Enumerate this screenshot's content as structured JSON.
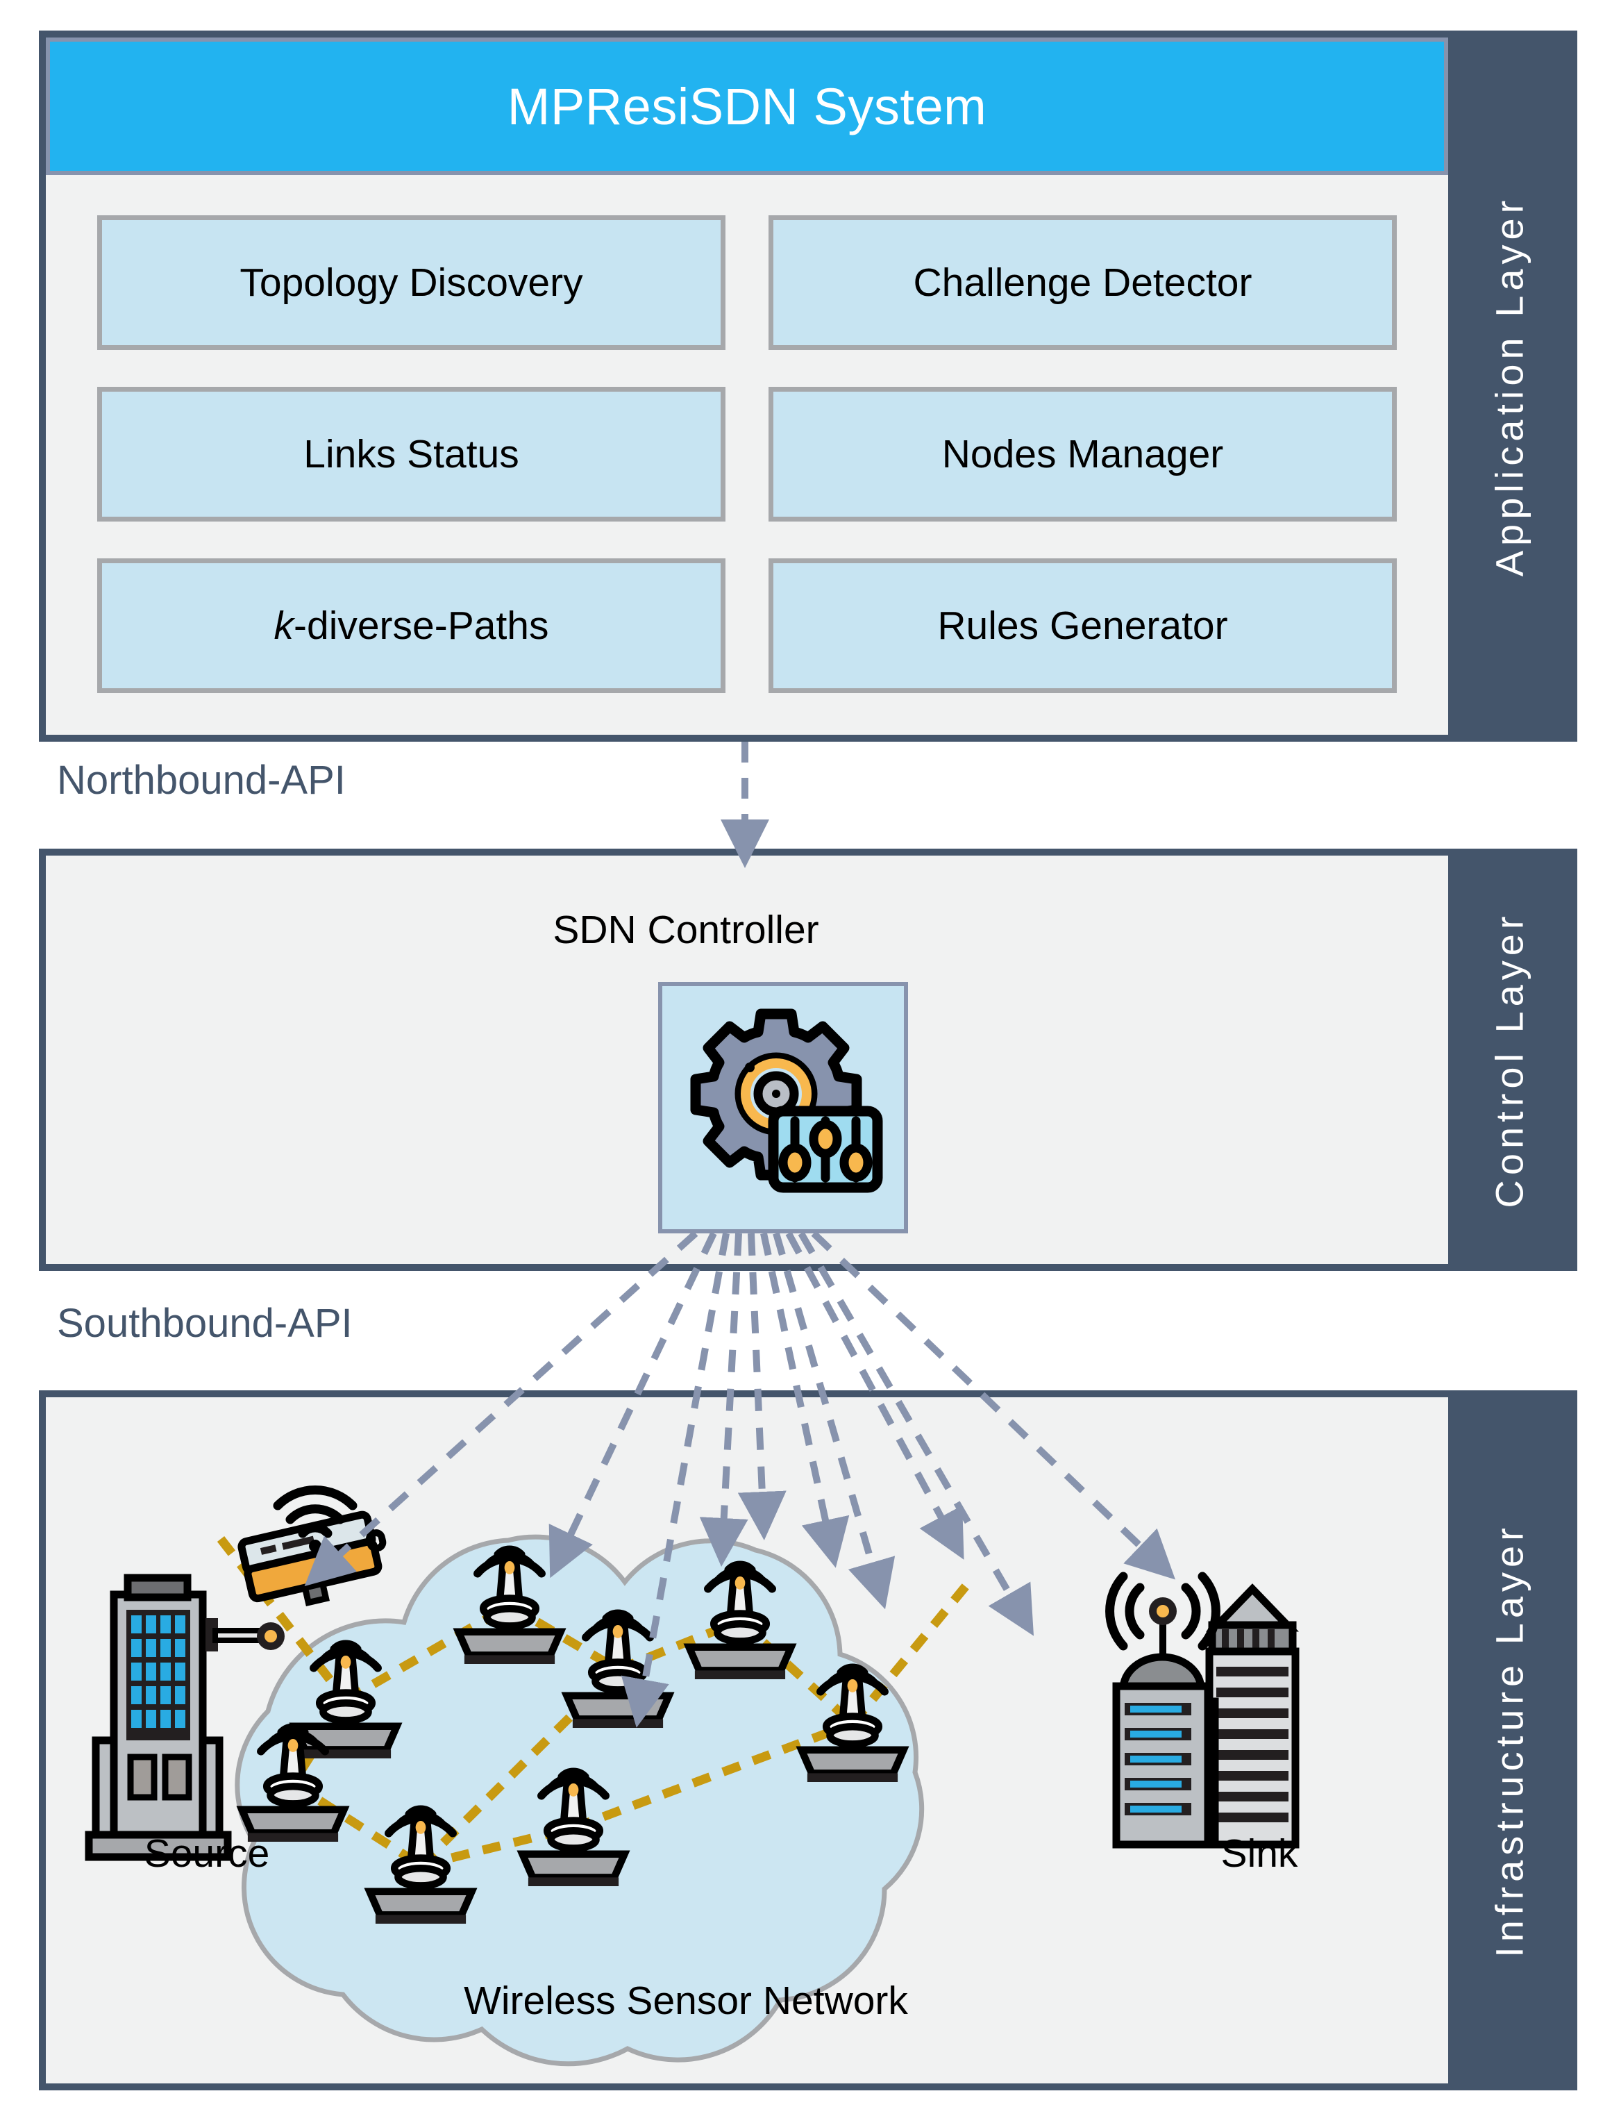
{
  "diagram": {
    "title": "MPResiSDN System architecture",
    "colors": {
      "header_cyan": "#22B3F0",
      "layer_tab_dark": "#44556B",
      "panel_grey": "#F1F2F2",
      "module_blue": "#C7E4F2",
      "module_border": "#A6A8AB",
      "dashed_arrow": "#8793AD",
      "wsn_link_gold": "#C89A11",
      "cloud_fill": "#CCE6F2",
      "cloud_stroke": "#A6A8AB"
    }
  },
  "application_layer": {
    "tab_label": "Application Layer",
    "header_title": "MPResiSDN System",
    "modules": [
      {
        "label": "Topology Discovery",
        "italic_prefix": ""
      },
      {
        "label": "Challenge Detector",
        "italic_prefix": ""
      },
      {
        "label": "Links Status",
        "italic_prefix": ""
      },
      {
        "label": "Nodes Manager",
        "italic_prefix": ""
      },
      {
        "label": "-diverse-Paths",
        "italic_prefix": "k"
      },
      {
        "label": "Rules Generator",
        "italic_prefix": ""
      }
    ]
  },
  "northbound": {
    "caption": "Northbound-API"
  },
  "control_layer": {
    "tab_label": "Control Layer",
    "controller_label": "SDN Controller",
    "controller_icon": "gear-sliders-icon"
  },
  "southbound": {
    "caption": "Southbound-API"
  },
  "infrastructure_layer": {
    "tab_label": "Infrastructure Layer",
    "cloud_caption": "Wireless Sensor Network",
    "source": {
      "label": "Source",
      "icon": "office-building-wifi-camera-icon"
    },
    "sink": {
      "label": "Sink",
      "icon": "city-skyline-antenna-icon"
    },
    "sensor_node_icon": "wireless-sensor-node-icon",
    "sensor_node_count": 8
  }
}
